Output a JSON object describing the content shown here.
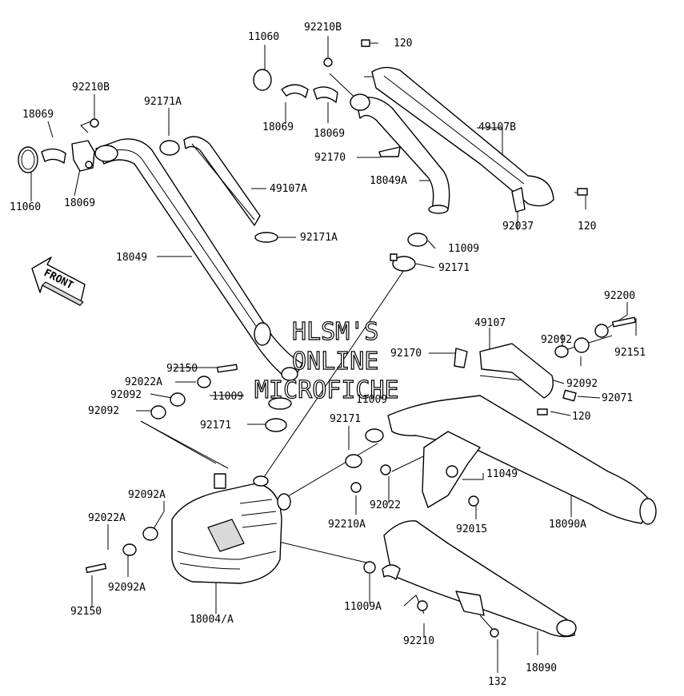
{
  "watermark": {
    "line1": "HLSM'S",
    "line2": "ONLINE",
    "line3": "MICROFICHE"
  },
  "front_label": "FRONT",
  "labels": {
    "l_11060_top": "11060",
    "l_92210b_top": "92210B",
    "l_120_top": "120",
    "l_92210b_left": "92210B",
    "l_92171a_top": "92171A",
    "l_18069_left_top": "18069",
    "l_18069_mid1": "18069",
    "l_18069_mid2": "18069",
    "l_49107b": "49107B",
    "l_92170_top": "92170",
    "l_18049a": "18049A",
    "l_11060_left": "11060",
    "l_18069_left_bot": "18069",
    "l_49107a": "49107A",
    "l_120_right": "120",
    "l_92037": "92037",
    "l_92171a_bot": "92171A",
    "l_11009_top": "11009",
    "l_92171_top": "92171",
    "l_18049": "18049",
    "l_92200": "92200",
    "l_49107": "49107",
    "l_92092_r1": "92092",
    "l_92151": "92151",
    "l_92170_mid": "92170",
    "l_92150_top": "92150",
    "l_92022a_top": "92022A",
    "l_92092_l1": "92092",
    "l_92092_l2": "92092",
    "l_11009_mid": "11009",
    "l_11009_mid2": "11009",
    "l_92092_r2": "92092",
    "l_92071": "92071",
    "l_120_mid": "120",
    "l_92171_mid": "92171",
    "l_92171_left": "92171",
    "l_11049": "11049",
    "l_92092a_top": "92092A",
    "l_92022": "92022",
    "l_92210a": "92210A",
    "l_92015": "92015",
    "l_18090a": "18090A",
    "l_92022a_bot": "92022A",
    "l_92092a_bot": "92092A",
    "l_92150_bot": "92150",
    "l_18004a": "18004/A",
    "l_11009a": "11009A",
    "l_92210": "92210",
    "l_132": "132",
    "l_18090": "18090"
  }
}
